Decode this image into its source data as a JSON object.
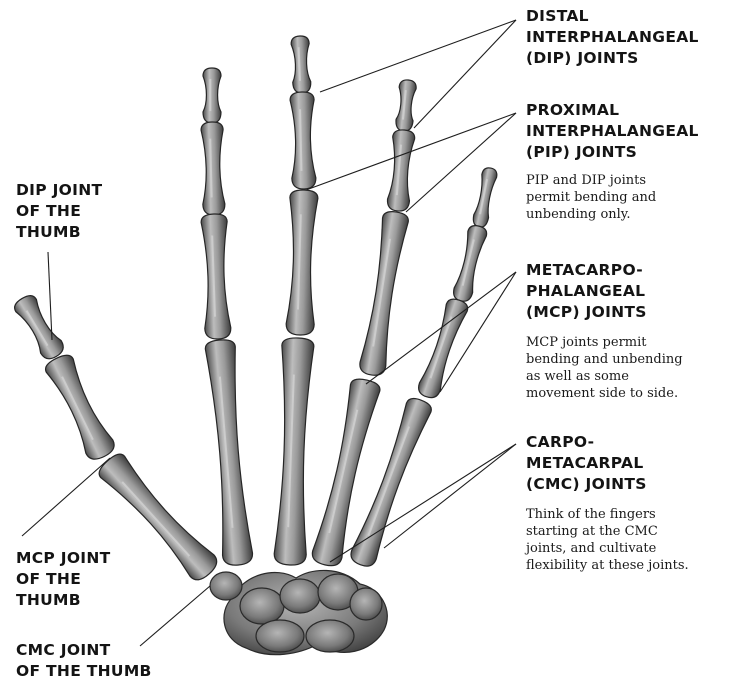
{
  "labels": {
    "dip": [
      "DISTAL",
      "INTERPHALANGEAL",
      "(DIP) JOINTS"
    ],
    "pip": [
      "PROXIMAL",
      "INTERPHALANGEAL",
      "(PIP) JOINTS"
    ],
    "mcp": [
      "METACARPO-",
      "PHALANGEAL",
      "(MCP) JOINTS"
    ],
    "cmc": [
      "CARPO-",
      "METACARPAL",
      "(CMC) JOINTS"
    ],
    "dip_thumb": [
      "DIP JOINT",
      "OF THE",
      "THUMB"
    ],
    "mcp_thumb": [
      "MCP JOINT",
      "OF THE",
      "THUMB"
    ],
    "cmc_thumb": [
      "CMC JOINT",
      "OF THE THUMB"
    ]
  },
  "notes": {
    "pip": [
      "PIP and DIP joints",
      "permit bending and",
      "unbending only."
    ],
    "mcp": [
      "MCP joints permit",
      "bending and unbending",
      "as well as some",
      "movement side to side."
    ],
    "cmc": [
      "Think of the fingers",
      "starting at the CMC",
      "joints, and cultivate",
      "flexibility at these joints."
    ]
  },
  "colors": {
    "bone_fill": "#8f8f8f",
    "bone_dark": "#3a3a3a",
    "bone_light": "#c9c9c9",
    "line": "#1e1e1e"
  }
}
